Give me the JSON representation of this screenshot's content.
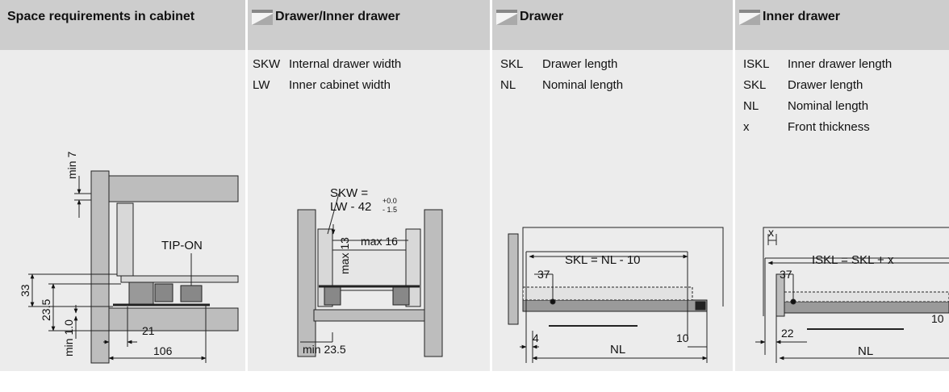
{
  "panels": [
    {
      "title": "Space requirements in cabinet",
      "has_icon": false,
      "legend": []
    },
    {
      "title": "Drawer/Inner drawer",
      "has_icon": true,
      "legend": [
        {
          "abbr": "SKW",
          "text": "Internal drawer width"
        },
        {
          "abbr": "LW",
          "text": "Inner cabinet width"
        }
      ]
    },
    {
      "title": "Drawer",
      "has_icon": true,
      "legend": [
        {
          "abbr": "SKL",
          "text": "Drawer length"
        },
        {
          "abbr": "NL",
          "text": "Nominal length"
        }
      ]
    },
    {
      "title": "Inner drawer",
      "has_icon": true,
      "legend": [
        {
          "abbr": "ISKL",
          "text": "Inner drawer length"
        },
        {
          "abbr": "SKL",
          "text": "Drawer length"
        },
        {
          "abbr": "NL",
          "text": "Nominal length"
        },
        {
          "abbr": "x",
          "text": "Front thickness"
        }
      ]
    }
  ],
  "drawings": {
    "space": {
      "min7": "min 7",
      "tipon": "TIP-ON",
      "d33": "33",
      "d235": "23.5",
      "min10": "min 1.0",
      "d21": "21",
      "d106": "106"
    },
    "drawer_inner": {
      "skw1": "SKW =",
      "skw2": "LW - 42",
      "tol_plus": "+0.0",
      "tol_minus": "- 1.5",
      "max13": "max 13",
      "max16": "max 16",
      "min235": "min 23.5"
    },
    "drawer": {
      "skl": "SKL = NL - 10",
      "d37": "37",
      "d4": "4",
      "nl": "NL",
      "d10": "10"
    },
    "inner": {
      "x": "x",
      "iskl": "ISKL = SKL + x",
      "d37": "37",
      "d22": "22",
      "nl": "NL",
      "d10": "10"
    }
  }
}
